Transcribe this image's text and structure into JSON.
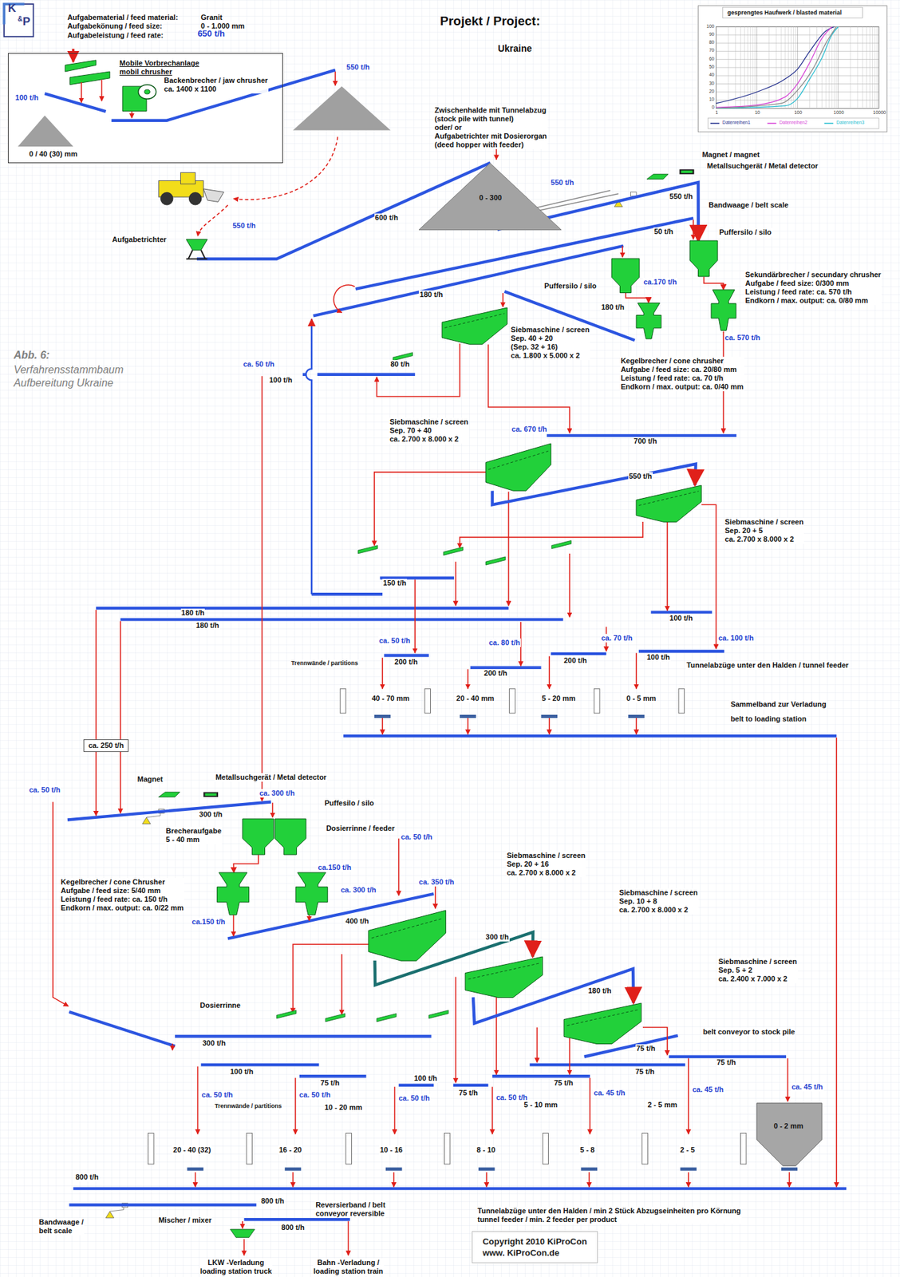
{
  "diagram": {
    "title": "Projekt / Project:",
    "caption": "Verfahrensstammbaum Aufbereitung Ukraine",
    "nodes": [
      {
        "text": [
          "Mobile Vorbrechanlage mobil chrusher"
        ]
      },
      {
        "text": [
          "Backenbrecher / jaw chrusher ca. 1400 x 1100"
        ],
        "in": 0
      },
      {
        "text": [
          "Aufgabetrichter"
        ]
      },
      {
        "text": [
          "Zwischenhalde mit Tunnelabzug (stock pile with tunnel) oder/ or Aufgabetrichter mit Dosierorgan (deed hopper with feeder)",
          "0 - 300"
        ]
      },
      {
        "text": [
          "Puffersilo / silo"
        ]
      },
      {
        "text": [
          "Sekundärbrecher / secundary chrusher Aufgabe / feed size: 0/300 mm Leistung / feed rate: ca. 570 t/h Endkorn / max. output: ca. 0/80 mm"
        ]
      },
      {
        "text": [
          "Puffersilo / silo"
        ]
      },
      {
        "text": [
          "Siebmaschine / screen Sep. 40 + 20 (Sep. 32 + 16) ca. 1.800 x 5.000 x 2"
        ]
      },
      {
        "text": [
          "Kegelbrecher / cone chrusher Aufgabe / feed size: ca. 20/80 mm Leistung / feed rate: ca. 70 t/h Endkorn / max. output: ca. 0/40 mm"
        ]
      },
      {
        "text": [
          "Siebmaschine / screen Sep. 70 + 40 ca. 2.700 x 8.000 x 2"
        ]
      },
      {
        "text": [
          "Siebmaschine / screen Sep. 20 + 5 ca. 2.700 x 8.000 x 2"
        ]
      },
      {
        "text": [
          "ca. 250 t/h"
        ]
      },
      {
        "text": [
          "Puffesilo / silo"
        ]
      },
      {
        "text": [
          "Kegelbrecher / cone Chrusher Aufgabe / feed size: 5/40 mm Leistung / feed rate: ca. 150 t/h Endkorn / max. output: ca. 0/22 mm"
        ]
      },
      {
        "text": [
          "Siebmaschine / screen Sep. 20 + 16 ca. 2.700 x 8.000 x 2"
        ]
      },
      {
        "text": [
          "Siebmaschine / screen Sep. 10 + 8 ca. 2.700 x 8.000 x 2"
        ]
      },
      {
        "text": [
          "Siebmaschine / screen Sep. 5 + 2 ca. 2.400 x 7.000 x 2"
        ]
      },
      {
        "text": [
          "Copyright 2010 KiProCon",
          "www. KiProCon.de"
        ]
      }
    ],
    "edges": [
      {
        "from": 2,
        "to": 3,
        "arrow": "none",
        "label": "600 t/h"
      },
      {
        "from": 3,
        "to": 4,
        "arrow": "to",
        "label": "550 t/h"
      },
      {
        "from": 4,
        "to": 5,
        "arrow": "to"
      },
      {
        "from": 6,
        "to": 8,
        "arrow": "to"
      },
      {
        "from": 12,
        "to": 13,
        "arrow": "to"
      },
      {
        "from": 9,
        "to": 10,
        "arrow": "to",
        "label": "550 t/h"
      },
      {
        "from": 14,
        "to": 15,
        "arrow": "to",
        "label": "300 t/h"
      },
      {
        "from": 15,
        "to": 16,
        "arrow": "to",
        "label": "180 t/h"
      }
    ],
    "labels": [
      "K",
      "&",
      "P",
      "Aufgabematerial / feed material:",
      "Granit",
      "Aufgabekönung / feed size:",
      "0 - 1.000 mm",
      "Aufgabeleistung / feed rate:",
      "650 t/h",
      "Ukraine",
      "100 t/h",
      "0 / 40 (30) mm",
      "550 t/h",
      "550 t/h",
      "Magnet / magnet",
      "Metallsuchgerät / Metal detector",
      "550 t/h",
      "Bandwaage / belt scale",
      "50 t/h",
      "180 t/h",
      "ca.170 t/h",
      "180 t/h",
      "ca. 570 t/h",
      "80 t/h",
      "ca. 50 t/h",
      "100 t/h",
      "ca. 670 t/h",
      "700 t/h",
      "150 t/h",
      "180 t/h",
      "180 t/h",
      "100 t/h",
      "ca. 50 t/h",
      "200 t/h",
      "ca. 80 t/h",
      "200 t/h",
      "ca. 70 t/h",
      "200 t/h",
      "ca. 100 t/h",
      "100 t/h",
      "Trennwände / partitions",
      "40 - 70 mm",
      "20 - 40 mm",
      "5 - 20 mm",
      "0 - 5 mm",
      "Tunnelabzüge unter den Halden / tunnel feeder",
      "Sammelband zur Verladung",
      "belt to loading station",
      "ca. 50 t/h",
      "Magnet",
      "Metallsuchgerät / Metal detector",
      "ca. 300 t/h",
      "300 t/h",
      "Brecheraufgabe 5 - 40 mm",
      "Dosierrinne / feeder",
      "ca.150 t/h",
      "ca. 50 t/h",
      "ca.150 t/h",
      "ca. 300 t/h",
      "ca. 350 t/h",
      "400 t/h",
      "Dosierrinne",
      "300 t/h",
      "100 t/h",
      "75 t/h",
      "100 t/h",
      "75 t/h",
      "75 t/h",
      "75 t/h",
      "75 t/h",
      "75 t/h",
      "belt conveyor to stock pile",
      "ca. 50 t/h",
      "ca. 50 t/h",
      "ca. 50 t/h",
      "ca. 50 t/h",
      "ca. 45 t/h",
      "ca. 45 t/h",
      "ca. 45 t/h",
      "Trennwände / partitions",
      "10 - 20 mm",
      "5 - 10 mm",
      "2 - 5 mm",
      "20 - 40 (32)",
      "16 - 20",
      "10 - 16",
      "8 - 10",
      "5 - 8",
      "2 - 5",
      "0 - 2 mm",
      "800 t/h",
      "800 t/h",
      "Bandwaage / belt scale",
      "Mischer / mixer",
      "Reversierband / belt conveyor reversible",
      "800 t/h",
      "LKW -Verladung loading station truck",
      "Bahn -Verladung / loading station train",
      "Tunnelabzüge unter den Halden / min 2 Stück Abzugseinheiten pro Körnung tunnel feeder / min. 2 feeder per product",
      "Abb. 6:",
      "gesprengtes Haufwerk / blasted material",
      "100",
      "90",
      "80",
      "70",
      "60",
      "50",
      "40",
      "30",
      "20",
      "10",
      "0",
      "1",
      "10",
      "100",
      "1000",
      "10000"
    ],
    "legend": [
      {
        "text": "Datenreihen1"
      },
      {
        "text": "Datenreihen2"
      },
      {
        "text": "Datenreihen3"
      }
    ]
  }
}
